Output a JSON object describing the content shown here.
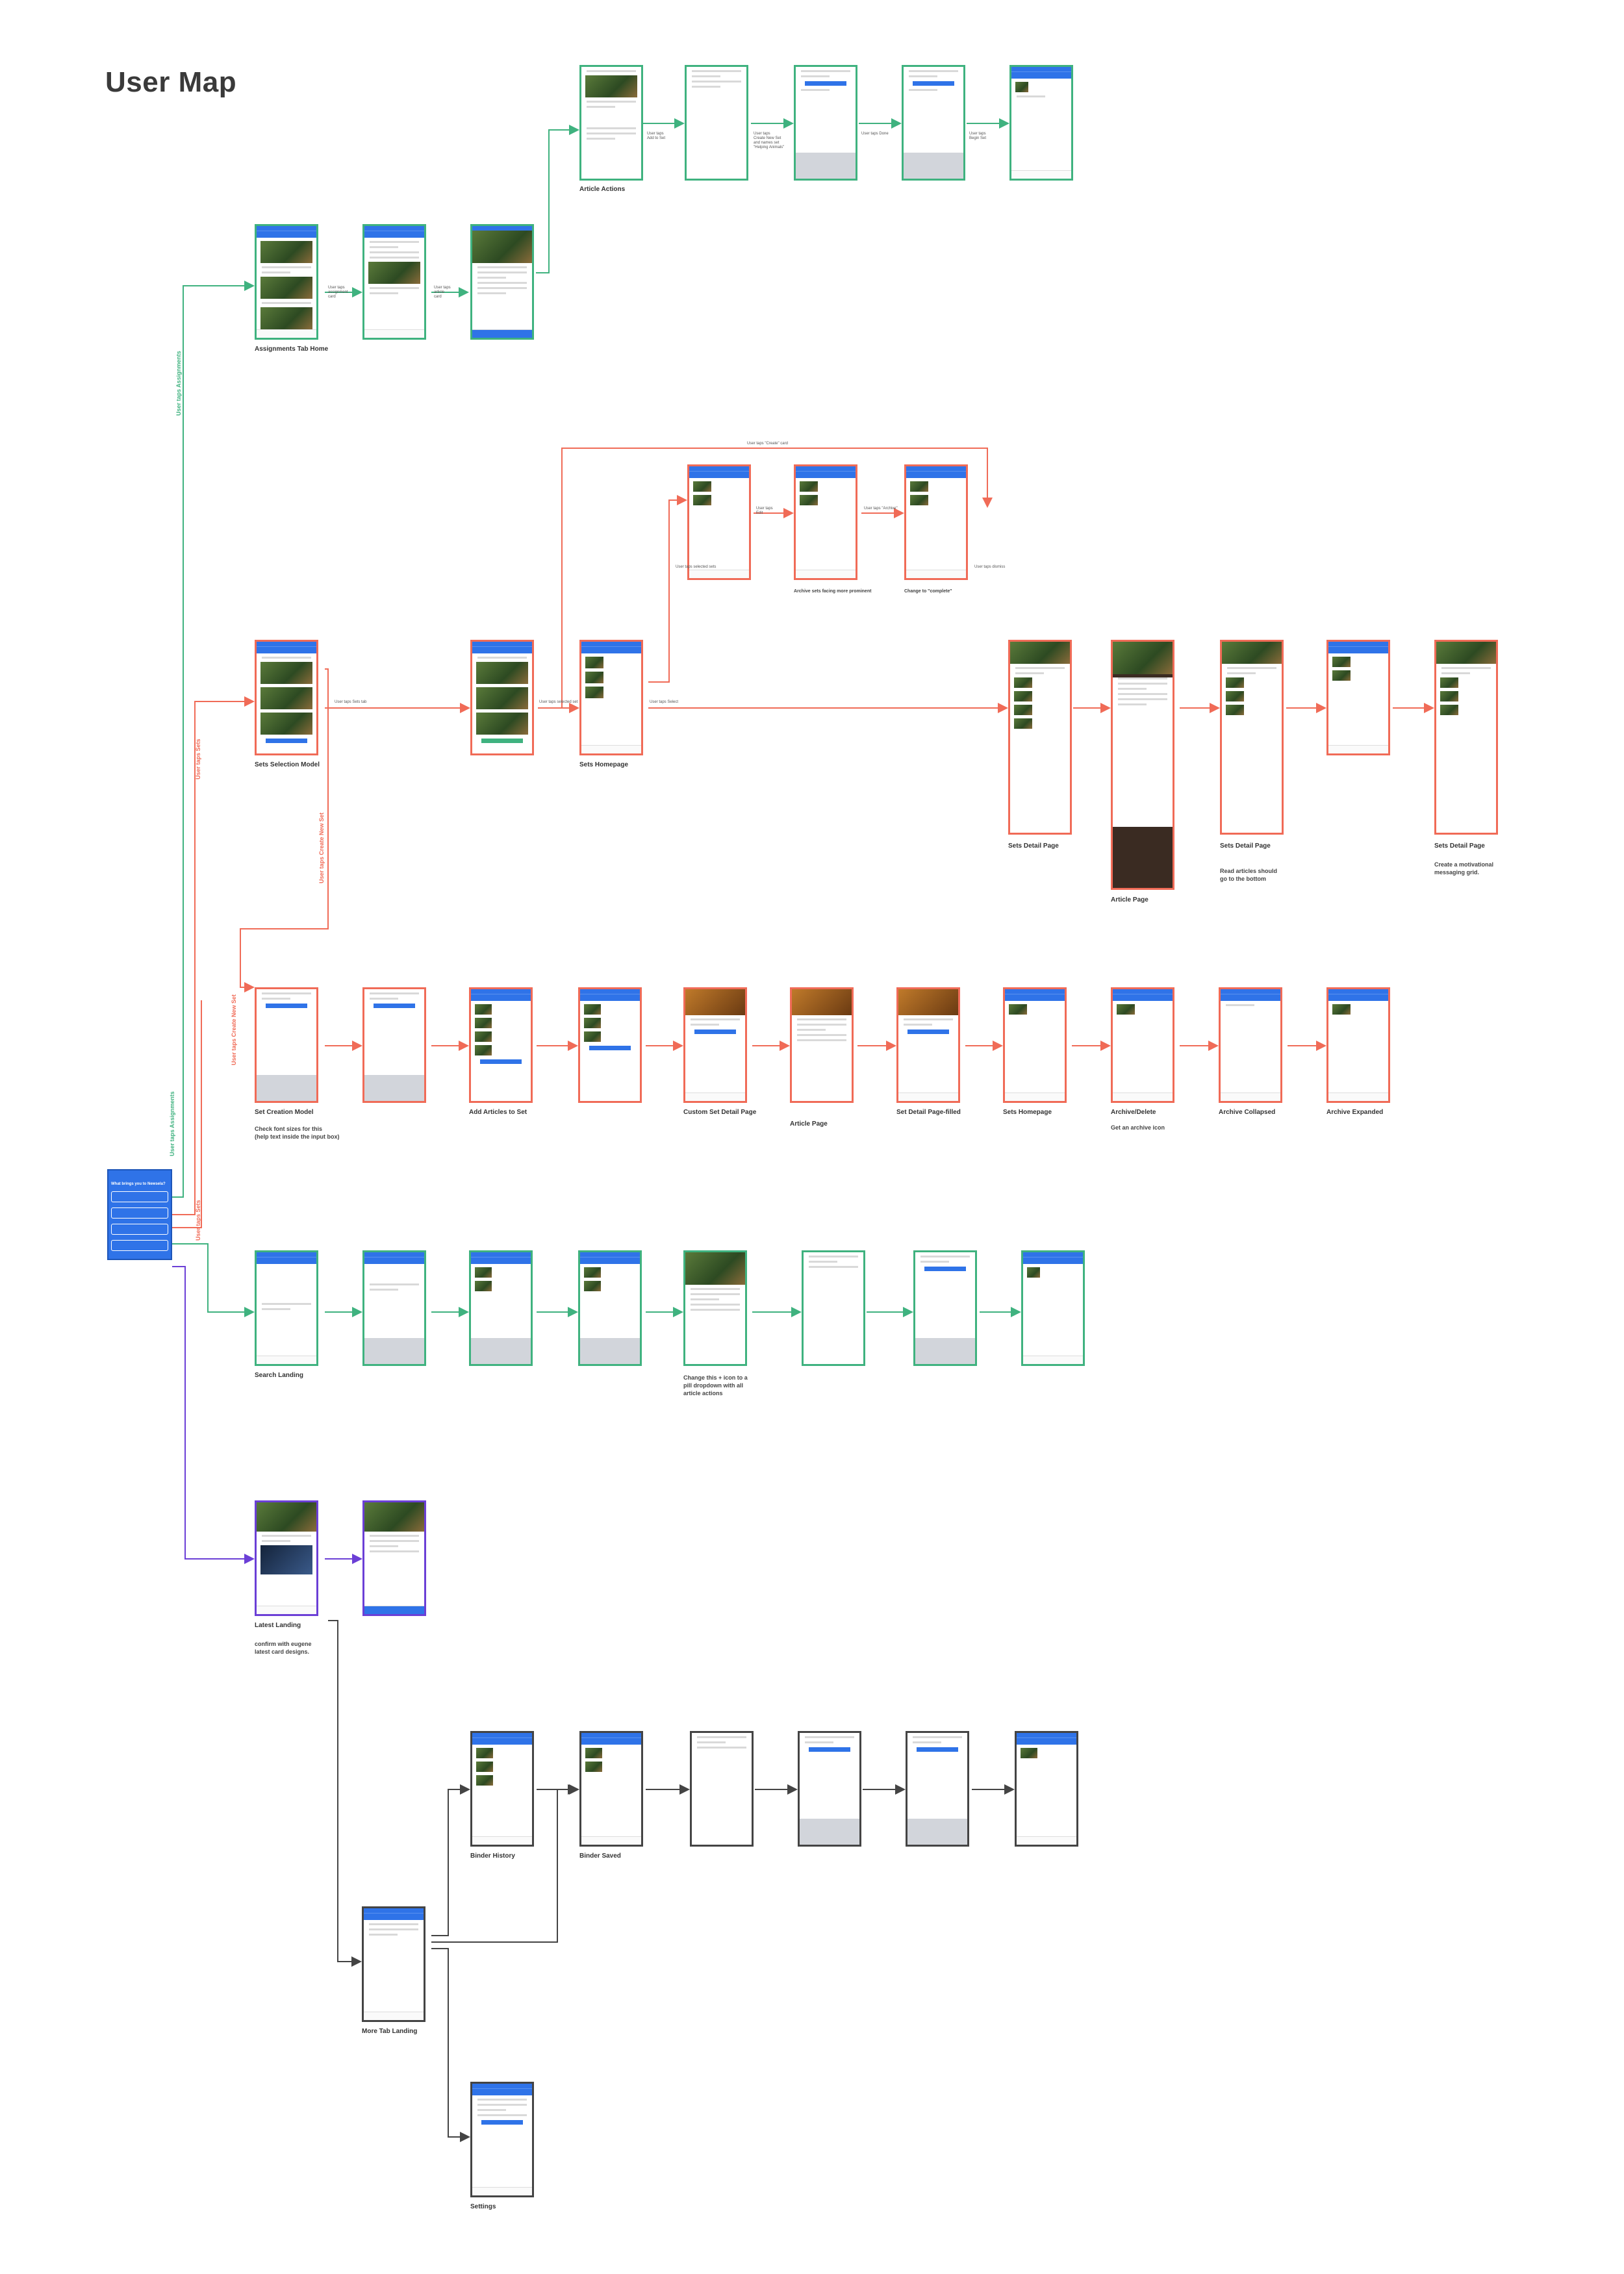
{
  "title": "User Map",
  "onboarding_question": "What brings you to Newsela?",
  "colors": {
    "green": "#3fb27f",
    "red": "#f06b57",
    "purple": "#6b3fd6",
    "dark": "#444444",
    "blue": "#2f73e8"
  },
  "lanes": [
    {
      "label": "User taps Assignments"
    },
    {
      "label": "User taps Sets"
    },
    {
      "label": "User taps Create New Set"
    },
    {
      "label": "User taps Create New Set"
    },
    {
      "label": "User taps Assignments"
    },
    {
      "label": "User taps Sets"
    }
  ],
  "captions": {
    "article_actions": "Article Actions",
    "assignments_home": "Assignments Tab Home",
    "sets_selection": "Sets Selection Model",
    "sets_homepage": "Sets Homepage",
    "sets_detail_1": "Sets Detail Page",
    "article_page_1": "Article Page",
    "sets_detail_2": "Sets Detail Page",
    "sets_detail_3": "Sets Detail Page",
    "set_creation": "Set Creation Model",
    "add_articles": "Add Articles to Set",
    "custom_set_detail": "Custom Set Detail Page",
    "article_page_2": "Article Page",
    "set_detail_filled": "Set Detail Page-filled",
    "sets_homepage_2": "Sets Homepage",
    "archive_delete": "Archive/Delete",
    "archive_collapsed": "Archive Collapsed",
    "archive_expanded": "Archive Expanded",
    "search_landing": "Search Landing",
    "latest_landing": "Latest Landing",
    "binder_history": "Binder History",
    "binder_saved": "Binder Saved",
    "more_tab": "More Tab Landing",
    "settings": "Settings"
  },
  "notes": {
    "archiving": "Archive sets facing more prominent",
    "change_to": "Change to \"complete\"",
    "read_articles": "Read articles should\ngo to the bottom",
    "motivational": "Create a motivational\nmessaging grid.",
    "font_sizes": "Check font sizes for this\n(help text inside the input box)",
    "archive_icon": "Get an archive icon",
    "pill_dropdown": "Change this + icon to a\npill dropdown with all\narticle actions",
    "confirm": "confirm with eugene\nlatest card designs."
  },
  "annotations": {
    "taps_assignment": "User taps\nassignment\ncard",
    "taps_article": "User taps\narticle\ncard",
    "taps_add_to_set": "User taps\nAdd to Set",
    "taps_create_new": "User taps\nCreate New Set\nand names set\n\"Helping Animals\"",
    "taps_done": "User taps Done",
    "taps_begin": "User taps\nBegin Set",
    "taps_sets_tab": "User taps Sets tab",
    "taps_select": "User taps Select",
    "taps_edit": "User taps\nEdit",
    "taps_archive": "User taps \"Archive\"",
    "taps_select_sets": "User taps selected sets",
    "taps_dismiss": "User taps dismiss",
    "taps_selected_set": "User taps selected set",
    "taps_create": "User taps \"Create\" card"
  }
}
